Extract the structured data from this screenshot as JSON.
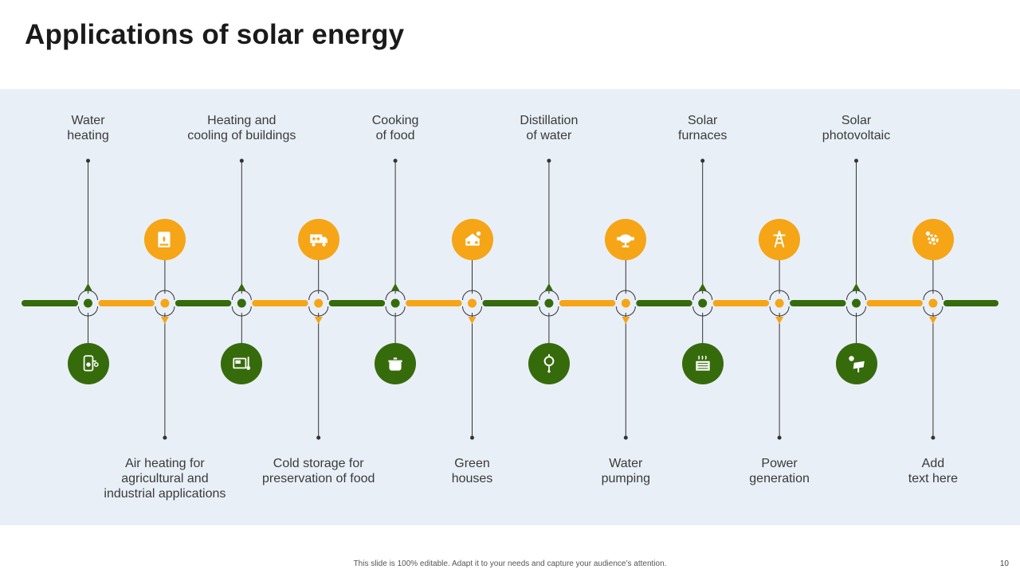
{
  "title": "Applications of solar energy",
  "colors": {
    "green": "#366b0c",
    "orange": "#f5a516",
    "panel": "#e9eff7",
    "line": "#333333"
  },
  "top_items": [
    {
      "label": "Water\nheating",
      "icon": "water-heater-icon"
    },
    {
      "label": "Heating and\ncooling of buildings",
      "icon": "thermostat-panel-icon"
    },
    {
      "label": "Cooking\nof food",
      "icon": "cooking-pot-icon"
    },
    {
      "label": "Distillation\nof water",
      "icon": "distillation-flask-icon"
    },
    {
      "label": "Solar\nfurnaces",
      "icon": "furnace-icon"
    },
    {
      "label": "Solar\nphotovoltaic",
      "icon": "solar-panel-icon"
    }
  ],
  "bottom_items": [
    {
      "label": "Air heating for\nagricultural and\nindustrial applications",
      "icon": "air-heater-icon"
    },
    {
      "label": "Cold storage for\npreservation of food",
      "icon": "refrigerated-truck-icon"
    },
    {
      "label": "Green\nhouses",
      "icon": "greenhouse-icon"
    },
    {
      "label": "Water\npumping",
      "icon": "water-pump-icon"
    },
    {
      "label": "Power\ngeneration",
      "icon": "power-tower-icon"
    },
    {
      "label": "Add\ntext here",
      "icon": "gear-bulb-icon"
    }
  ],
  "footer": "This slide is 100% editable. Adapt it to your needs and capture your audience’s attention.",
  "page_number": "10"
}
